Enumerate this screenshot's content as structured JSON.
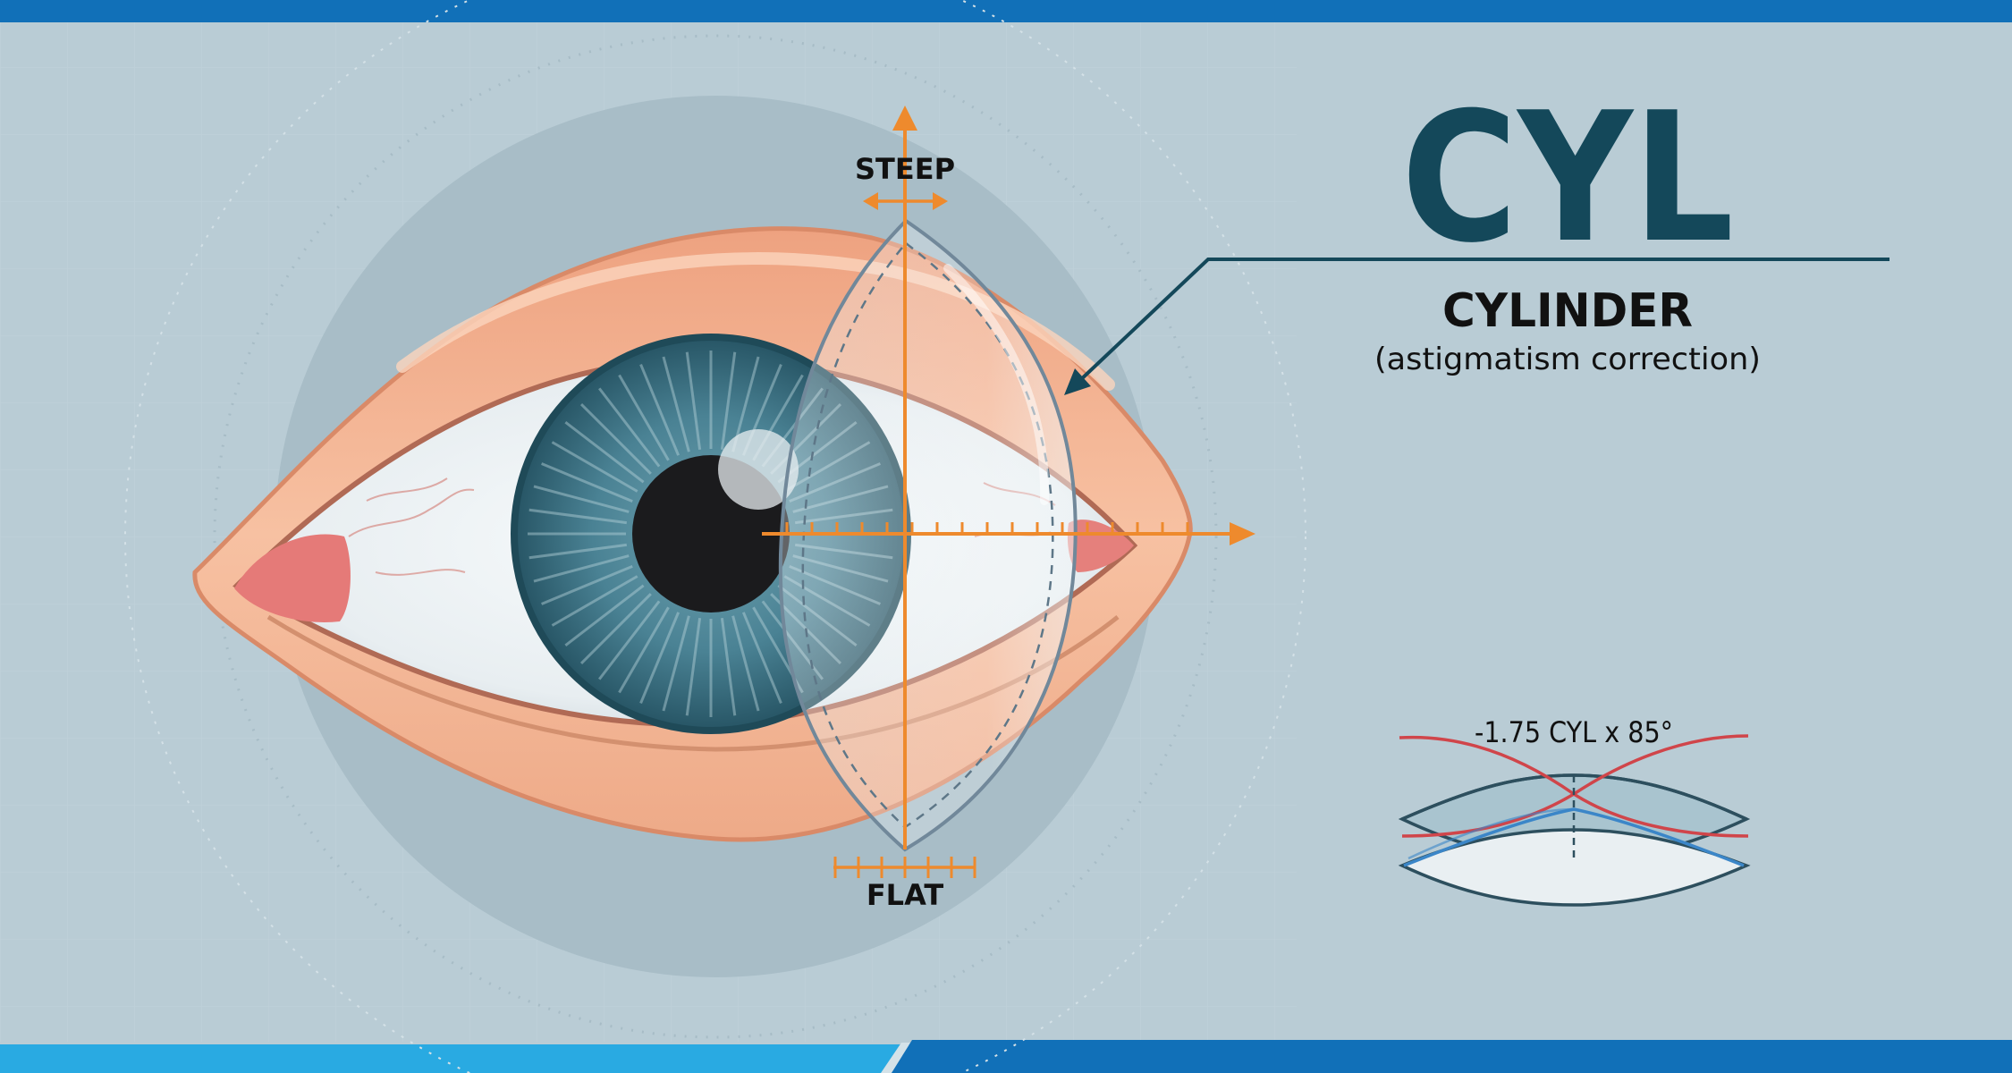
{
  "steep_label": "STEEP",
  "flat_label": "FLAT",
  "title": "CYL",
  "subtitle": "CYLINDER",
  "subtitle_note": "(astigmatism correction)",
  "prescription": "-1.75 CYL x 85°",
  "colors": {
    "background": "#b9ccd5",
    "top_bar": "#1170b8",
    "bottom_bar_light": "#29aae2",
    "bottom_bar_dark": "#1170b8",
    "title": "#14485a",
    "axis": "#ee8a2d",
    "iris": "#3f7486",
    "skin": "#f2b08f",
    "red_meridian": "#d0454a",
    "blue_meridian": "#3b86c8"
  }
}
